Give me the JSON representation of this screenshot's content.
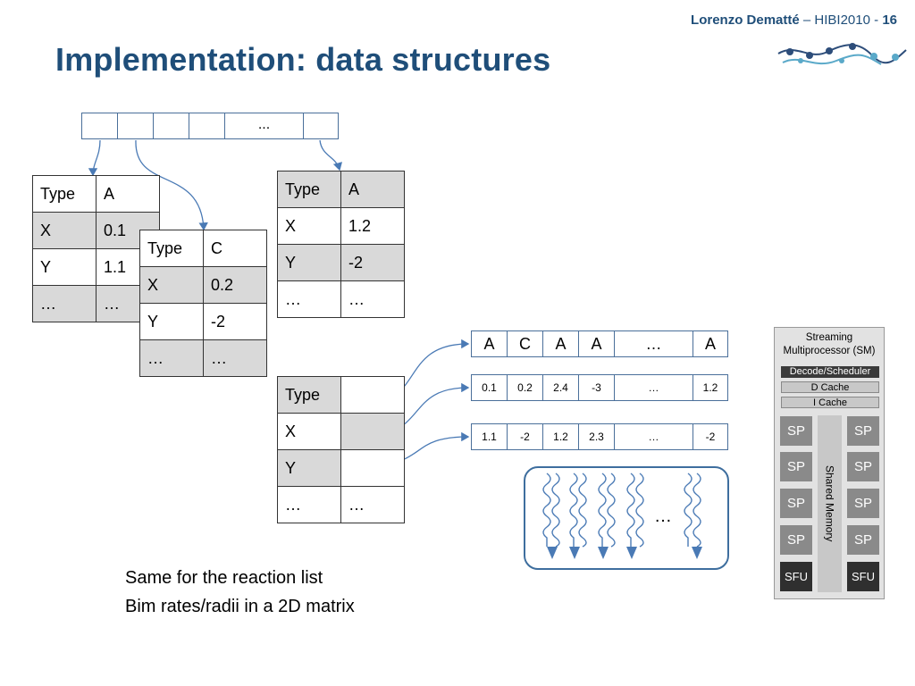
{
  "header": {
    "author": "Lorenzo Dematté",
    "separator": " – ",
    "event": "HIBI2010",
    "dash": " - ",
    "page_number": "16"
  },
  "title": "Implementation: data structures",
  "pointer_array": {
    "ellipsis": "..."
  },
  "record_tables": [
    {
      "rows": [
        [
          "Type",
          "A"
        ],
        [
          "X",
          "0.1"
        ],
        [
          "Y",
          "1.1"
        ],
        [
          "…",
          "…"
        ]
      ]
    },
    {
      "rows": [
        [
          "Type",
          "C"
        ],
        [
          "X",
          "0.2"
        ],
        [
          "Y",
          "-2"
        ],
        [
          "…",
          "…"
        ]
      ]
    },
    {
      "rows": [
        [
          "Type",
          "A"
        ],
        [
          "X",
          "1.2"
        ],
        [
          "Y",
          "-2"
        ],
        [
          "…",
          "…"
        ]
      ]
    }
  ],
  "soa_struct": {
    "rows": [
      [
        "Type",
        ""
      ],
      [
        "X",
        ""
      ],
      [
        "Y",
        ""
      ],
      [
        "…",
        "…"
      ]
    ]
  },
  "soa_arrays": {
    "types": [
      "A",
      "C",
      "A",
      "A",
      "…",
      "A"
    ],
    "x": [
      "0.1",
      "0.2",
      "2.4",
      "-3",
      "…",
      "1.2"
    ],
    "y": [
      "1.1",
      "-2",
      "1.2",
      "2.3",
      "…",
      "-2"
    ]
  },
  "warp": {
    "ellipsis": "…"
  },
  "notes": [
    "Same for the reaction list",
    "Bim rates/radii in a 2D matrix"
  ],
  "sm": {
    "title_line1": "Streaming",
    "title_line2": "Multiprocessor (SM)",
    "decode": "Decode/Scheduler",
    "dcache": "D Cache",
    "icache": "I Cache",
    "sp": "SP",
    "sfu": "SFU",
    "shared": "Shared Memory"
  },
  "colors": {
    "title": "#1f4e79",
    "arrow": "#4a7ab5",
    "shade": "#d9d9d9"
  }
}
